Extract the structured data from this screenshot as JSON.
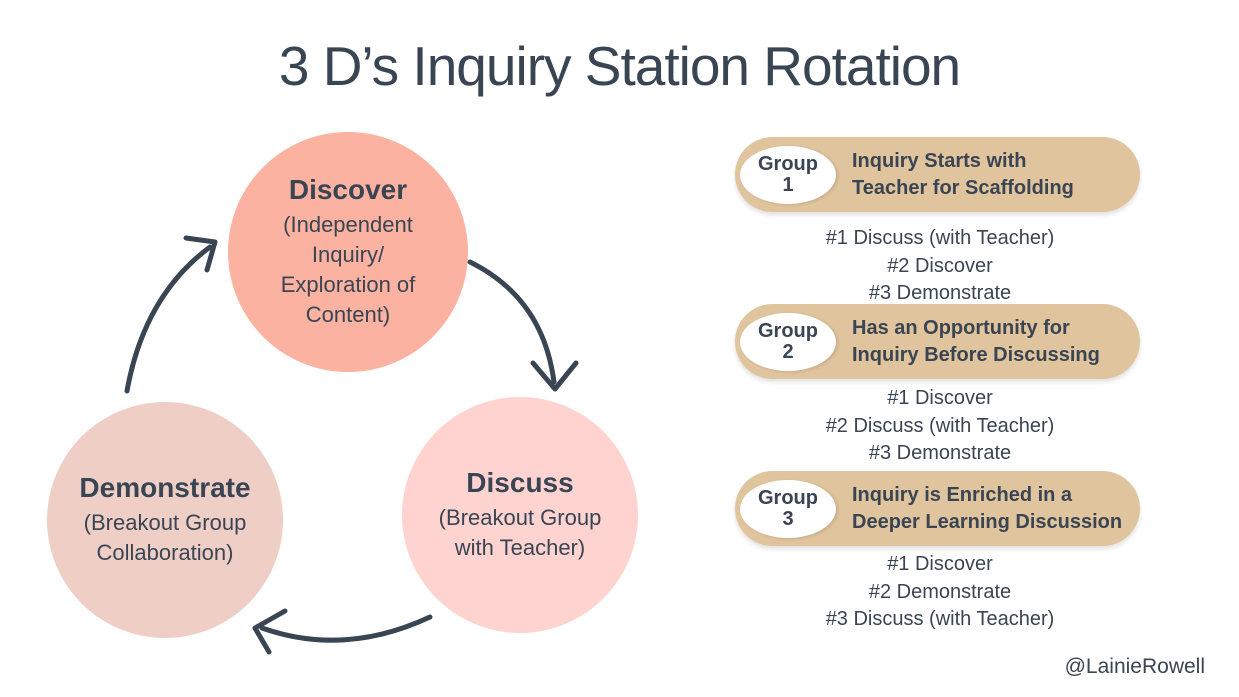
{
  "title": "3 D’s Inquiry Station Rotation",
  "credit": "@LainieRowell",
  "colors": {
    "ink": "#3A4553",
    "discover": "#FBB2A0",
    "discuss": "#FFD3D0",
    "demonstrate": "#EFCEC6",
    "tan": "#E0C49D",
    "oval": "#FFFFFF"
  },
  "cycle": {
    "nodes": [
      {
        "name": "Discover",
        "lines": [
          "(Independent",
          "Inquiry/",
          "Exploration of",
          "Content)"
        ]
      },
      {
        "name": "Discuss",
        "lines": [
          "(Breakout Group",
          "with Teacher)"
        ]
      },
      {
        "name": "Demonstrate",
        "lines": [
          "(Breakout Group",
          "Collaboration)"
        ]
      }
    ],
    "arrows": [
      "discover-to-discuss",
      "discuss-to-demonstrate",
      "demonstrate-to-discover"
    ]
  },
  "groups": [
    {
      "label": "Group",
      "number": "1",
      "heading": [
        "Inquiry Starts with",
        "Teacher for Scaffolding"
      ],
      "steps": [
        "#1 Discuss (with Teacher)",
        "#2 Discover",
        "#3 Demonstrate"
      ]
    },
    {
      "label": "Group",
      "number": "2",
      "heading": [
        "Has an Opportunity for",
        "Inquiry Before Discussing"
      ],
      "steps": [
        "#1 Discover",
        "#2 Discuss (with Teacher)",
        "#3 Demonstrate"
      ]
    },
    {
      "label": "Group",
      "number": "3",
      "heading": [
        "Inquiry is Enriched in a",
        "Deeper Learning Discussion"
      ],
      "steps": [
        "#1 Discover",
        "#2 Demonstrate",
        "#3 Discuss (with Teacher)"
      ]
    }
  ]
}
